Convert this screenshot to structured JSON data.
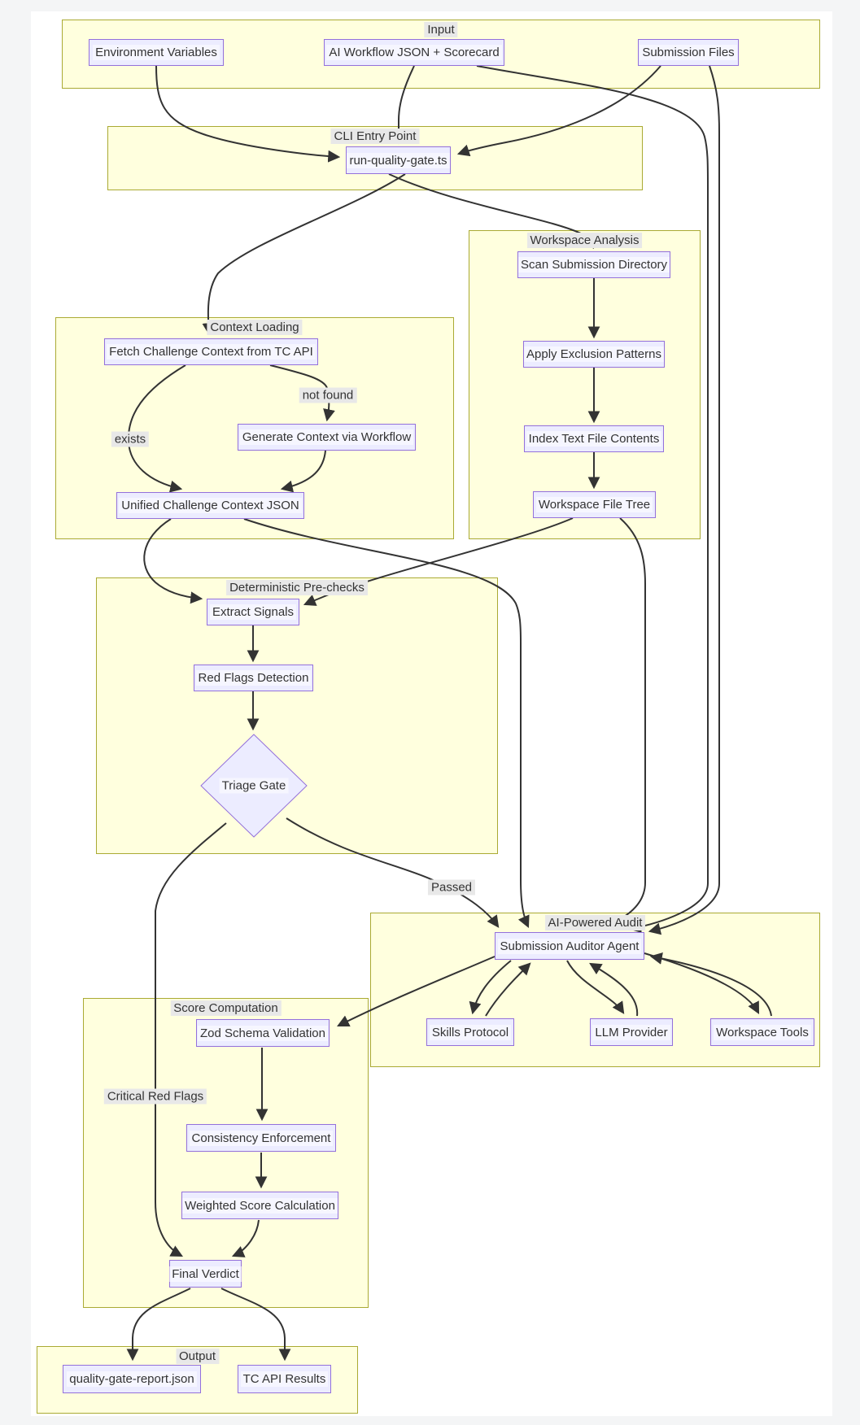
{
  "diagram": {
    "clusters": [
      {
        "id": "input",
        "label": "Input"
      },
      {
        "id": "cli",
        "label": "CLI Entry Point"
      },
      {
        "id": "workspace",
        "label": "Workspace Analysis"
      },
      {
        "id": "context",
        "label": "Context Loading"
      },
      {
        "id": "prechecks",
        "label": "Deterministic Pre-checks"
      },
      {
        "id": "audit",
        "label": "AI-Powered Audit"
      },
      {
        "id": "score",
        "label": "Score Computation"
      },
      {
        "id": "output",
        "label": "Output"
      }
    ],
    "nodes": [
      {
        "id": "env",
        "label": "Environment Variables",
        "cluster": "input",
        "shape": "rect"
      },
      {
        "id": "wfjson",
        "label": "AI Workflow JSON + Scorecard",
        "cluster": "input",
        "shape": "rect"
      },
      {
        "id": "subfiles",
        "label": "Submission Files",
        "cluster": "input",
        "shape": "rect"
      },
      {
        "id": "rqg",
        "label": "run-quality-gate.ts",
        "cluster": "cli",
        "shape": "rect"
      },
      {
        "id": "scan",
        "label": "Scan Submission Directory",
        "cluster": "workspace",
        "shape": "rect"
      },
      {
        "id": "excl",
        "label": "Apply Exclusion Patterns",
        "cluster": "workspace",
        "shape": "rect"
      },
      {
        "id": "index",
        "label": "Index Text File Contents",
        "cluster": "workspace",
        "shape": "rect"
      },
      {
        "id": "wft",
        "label": "Workspace File Tree",
        "cluster": "workspace",
        "shape": "rect"
      },
      {
        "id": "fetch",
        "label": "Fetch Challenge Context from TC API",
        "cluster": "context",
        "shape": "rect"
      },
      {
        "id": "gen",
        "label": "Generate Context via Workflow",
        "cluster": "context",
        "shape": "rect"
      },
      {
        "id": "unified",
        "label": "Unified Challenge Context JSON",
        "cluster": "context",
        "shape": "rect"
      },
      {
        "id": "extract",
        "label": "Extract Signals",
        "cluster": "prechecks",
        "shape": "rect"
      },
      {
        "id": "redflags",
        "label": "Red Flags Detection",
        "cluster": "prechecks",
        "shape": "rect"
      },
      {
        "id": "triage",
        "label": "Triage Gate",
        "cluster": "prechecks",
        "shape": "diamond"
      },
      {
        "id": "auditor",
        "label": "Submission Auditor Agent",
        "cluster": "audit",
        "shape": "rect"
      },
      {
        "id": "skills",
        "label": "Skills Protocol",
        "cluster": "audit",
        "shape": "rect"
      },
      {
        "id": "llm",
        "label": "LLM Provider",
        "cluster": "audit",
        "shape": "rect"
      },
      {
        "id": "wtools",
        "label": "Workspace Tools",
        "cluster": "audit",
        "shape": "rect"
      },
      {
        "id": "zod",
        "label": "Zod Schema Validation",
        "cluster": "score",
        "shape": "rect"
      },
      {
        "id": "consist",
        "label": "Consistency Enforcement",
        "cluster": "score",
        "shape": "rect"
      },
      {
        "id": "weighted",
        "label": "Weighted Score Calculation",
        "cluster": "score",
        "shape": "rect"
      },
      {
        "id": "verdict",
        "label": "Final Verdict",
        "cluster": "score",
        "shape": "rect"
      },
      {
        "id": "report",
        "label": "quality-gate-report.json",
        "cluster": "output",
        "shape": "rect"
      },
      {
        "id": "tcapi",
        "label": "TC API Results",
        "cluster": "output",
        "shape": "rect"
      }
    ],
    "edges": [
      {
        "from": "env",
        "to": "rqg",
        "label": ""
      },
      {
        "from": "wfjson",
        "to": "rqg",
        "label": ""
      },
      {
        "from": "subfiles",
        "to": "rqg",
        "label": ""
      },
      {
        "from": "rqg",
        "to": "fetch",
        "label": ""
      },
      {
        "from": "rqg",
        "to": "scan",
        "label": ""
      },
      {
        "from": "fetch",
        "to": "unified",
        "label": "exists"
      },
      {
        "from": "fetch",
        "to": "gen",
        "label": "not found"
      },
      {
        "from": "gen",
        "to": "unified",
        "label": ""
      },
      {
        "from": "scan",
        "to": "excl",
        "label": ""
      },
      {
        "from": "excl",
        "to": "index",
        "label": ""
      },
      {
        "from": "index",
        "to": "wft",
        "label": ""
      },
      {
        "from": "unified",
        "to": "extract",
        "label": ""
      },
      {
        "from": "wft",
        "to": "extract",
        "label": ""
      },
      {
        "from": "extract",
        "to": "redflags",
        "label": ""
      },
      {
        "from": "redflags",
        "to": "triage",
        "label": ""
      },
      {
        "from": "triage",
        "to": "auditor",
        "label": "Passed"
      },
      {
        "from": "triage",
        "to": "verdict",
        "label": "Critical Red Flags"
      },
      {
        "from": "unified",
        "to": "auditor",
        "label": ""
      },
      {
        "from": "wft",
        "to": "auditor",
        "label": ""
      },
      {
        "from": "wfjson",
        "to": "auditor",
        "label": ""
      },
      {
        "from": "subfiles",
        "to": "auditor",
        "label": ""
      },
      {
        "from": "auditor",
        "to": "skills",
        "label": "",
        "bidirectional": true
      },
      {
        "from": "auditor",
        "to": "llm",
        "label": "",
        "bidirectional": true
      },
      {
        "from": "auditor",
        "to": "wtools",
        "label": "",
        "bidirectional": true
      },
      {
        "from": "auditor",
        "to": "zod",
        "label": ""
      },
      {
        "from": "zod",
        "to": "consist",
        "label": ""
      },
      {
        "from": "consist",
        "to": "weighted",
        "label": ""
      },
      {
        "from": "weighted",
        "to": "verdict",
        "label": ""
      },
      {
        "from": "verdict",
        "to": "report",
        "label": ""
      },
      {
        "from": "verdict",
        "to": "tcapi",
        "label": ""
      }
    ],
    "colors": {
      "cluster_fill": "#ffffde",
      "cluster_border": "#aaaa33",
      "node_fill": "#ECECFF",
      "node_border": "#9370DB",
      "edge": "#333333",
      "label_bg": "#e8e8e8",
      "text": "#333333",
      "page_bg": "#f4f5f6",
      "canvas_bg": "#ffffff"
    }
  }
}
